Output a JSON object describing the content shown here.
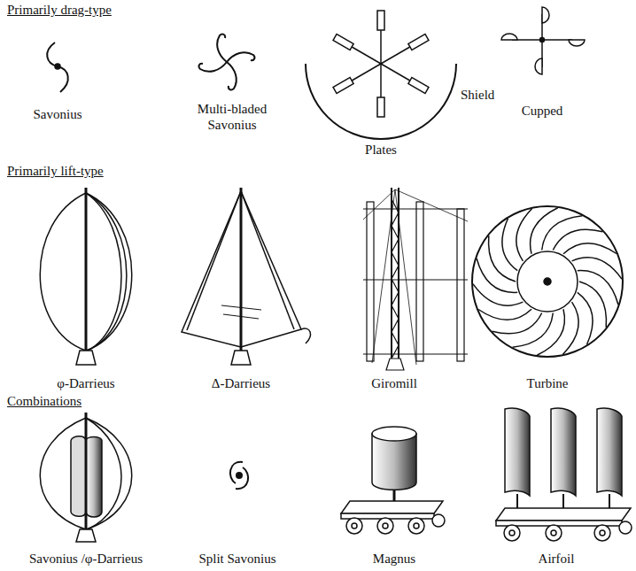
{
  "diagram": {
    "labels": [
      "Primarily drag-type",
      "Savonius",
      "Multi-bladed Savonius",
      "Plates",
      "Shield",
      "Cupped",
      "Primarily lift-type",
      "φ-Darrieus",
      "Δ-Darrieus",
      "Giromill",
      "Turbine",
      "Combinations",
      "Savonius /φ-Darrieus",
      "Split Savonius",
      "Magnus",
      "Airfoil"
    ]
  }
}
